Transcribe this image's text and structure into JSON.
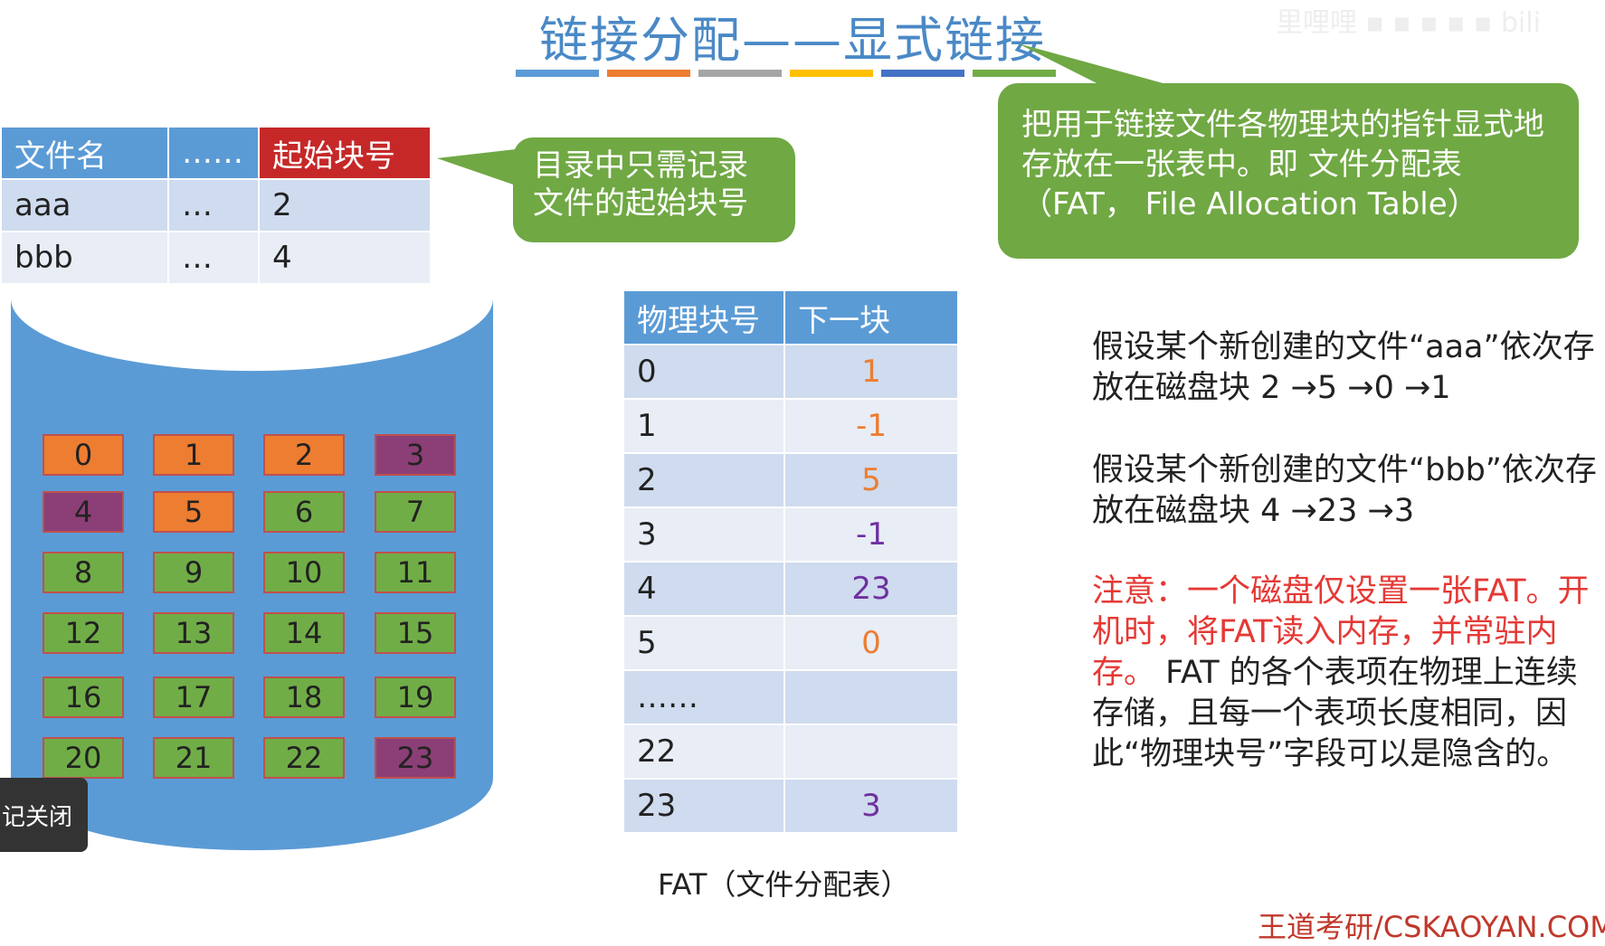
{
  "title": "链接分配——显式链接",
  "title_bar_colors": [
    "#5b9bd5",
    "#ed7d31",
    "#a5a5a5",
    "#ffc000",
    "#4472c4",
    "#70ad47"
  ],
  "directory": {
    "headers": [
      "文件名",
      "……",
      "起始块号"
    ],
    "rows": [
      {
        "name": "aaa",
        "other": "…",
        "start": "2"
      },
      {
        "name": "bbb",
        "other": "…",
        "start": "4"
      }
    ]
  },
  "callout_directory": "目录中只需记录文件的起始块号",
  "callout_fat": "把用于链接文件各物理块的指针显式地存放在一张表中。即 文件分配表（FAT， File Allocation Table）",
  "disk_blocks": [
    {
      "n": "0",
      "color": "orange"
    },
    {
      "n": "1",
      "color": "orange"
    },
    {
      "n": "2",
      "color": "orange"
    },
    {
      "n": "3",
      "color": "purple"
    },
    {
      "n": "4",
      "color": "purple"
    },
    {
      "n": "5",
      "color": "orange"
    },
    {
      "n": "6",
      "color": "green"
    },
    {
      "n": "7",
      "color": "green"
    },
    {
      "n": "8",
      "color": "green"
    },
    {
      "n": "9",
      "color": "green"
    },
    {
      "n": "10",
      "color": "green"
    },
    {
      "n": "11",
      "color": "green"
    },
    {
      "n": "12",
      "color": "green"
    },
    {
      "n": "13",
      "color": "green"
    },
    {
      "n": "14",
      "color": "green"
    },
    {
      "n": "15",
      "color": "green"
    },
    {
      "n": "16",
      "color": "green"
    },
    {
      "n": "17",
      "color": "green"
    },
    {
      "n": "18",
      "color": "green"
    },
    {
      "n": "19",
      "color": "green"
    },
    {
      "n": "20",
      "color": "green"
    },
    {
      "n": "21",
      "color": "green"
    },
    {
      "n": "22",
      "color": "green"
    },
    {
      "n": "23",
      "color": "purple"
    }
  ],
  "fat": {
    "headers": [
      "物理块号",
      "下一块"
    ],
    "rows": [
      {
        "block": "0",
        "next": "1",
        "color": "#ed7d31"
      },
      {
        "block": "1",
        "next": "-1",
        "color": "#ed7d31"
      },
      {
        "block": "2",
        "next": "5",
        "color": "#ed7d31"
      },
      {
        "block": "3",
        "next": "-1",
        "color": "#7030a0"
      },
      {
        "block": "4",
        "next": "23",
        "color": "#7030a0"
      },
      {
        "block": "5",
        "next": "0",
        "color": "#ed7d31"
      },
      {
        "block": "……",
        "next": "",
        "color": "#222222"
      },
      {
        "block": "22",
        "next": "",
        "color": "#222222"
      },
      {
        "block": "23",
        "next": "3",
        "color": "#7030a0"
      }
    ],
    "caption": "FAT（文件分配表）"
  },
  "text_aaa": "假设某个新创建的文件“aaa”依次存放在磁盘块 2 →5 →0 →1",
  "text_bbb": "假设某个新创建的文件“bbb”依次存放在磁盘块 4 →23 →3",
  "note_red": "注意：一个磁盘仅设置一张FAT。开机时，将FAT读入内存，并常驻内存。",
  "note_black": " FAT 的各个表项在物理上连续存储，且每一个表项长度相同，因此“物理块号”字段可以是隐含的。",
  "close_label": "记关闭",
  "footer": "王道考研/CSKAOYAN.COM",
  "watermark": "里哩哩 ▪ ▪ ▪ ▪ ▪ bili"
}
